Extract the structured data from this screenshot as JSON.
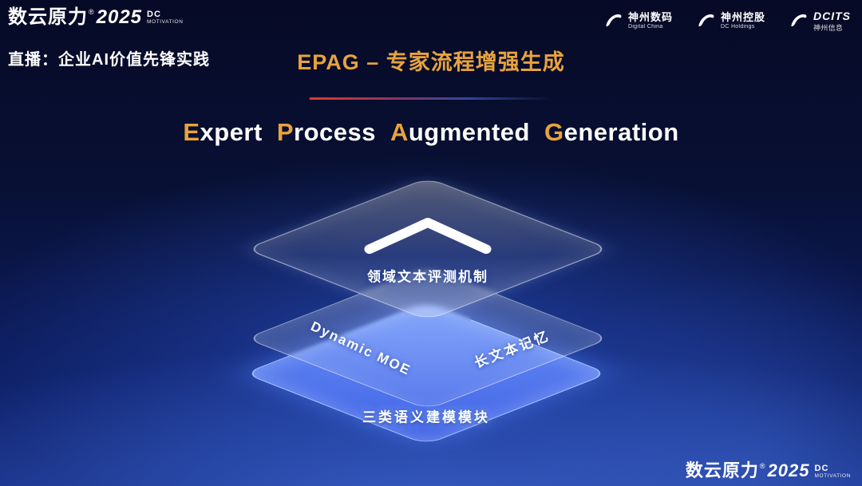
{
  "accents": {
    "gold": "#e8a33d",
    "layer_blue": "#4d79ff",
    "divider_red": "#e03a2f",
    "background_navy": "#0a1448"
  },
  "header": {
    "brand": {
      "cn": "数云原力",
      "reg": "®",
      "year": "2025",
      "dc": "DC",
      "motivation": "MOTIVATION"
    },
    "live_label": "直播：企业AI价值先锋实践",
    "page_title": "EPAG – 专家流程增强生成",
    "partners": [
      {
        "cn": "神州数码",
        "en": "Digital China"
      },
      {
        "cn": "神州控股",
        "en": "DC Holdings"
      },
      {
        "cn": "DCITS",
        "en": "神州信息"
      }
    ]
  },
  "main_title": {
    "full": "Expert Process Augmented Generation",
    "words": [
      {
        "first": "E",
        "rest": "xpert"
      },
      {
        "first": "P",
        "rest": "rocess"
      },
      {
        "first": "A",
        "rest": "ugmented"
      },
      {
        "first": "G",
        "rest": "eneration"
      }
    ]
  },
  "diagram": {
    "top_layer_label": "领域文本评测机制",
    "middle_layer_label_left": "Dynamic MOE",
    "middle_layer_label_right": "长文本记忆",
    "bottom_layer_label": "三类语义建模模块"
  },
  "footer": {
    "brand": {
      "cn": "数云原力",
      "reg": "®",
      "year": "2025",
      "dc": "DC",
      "motivation": "MOTIVATION"
    }
  }
}
